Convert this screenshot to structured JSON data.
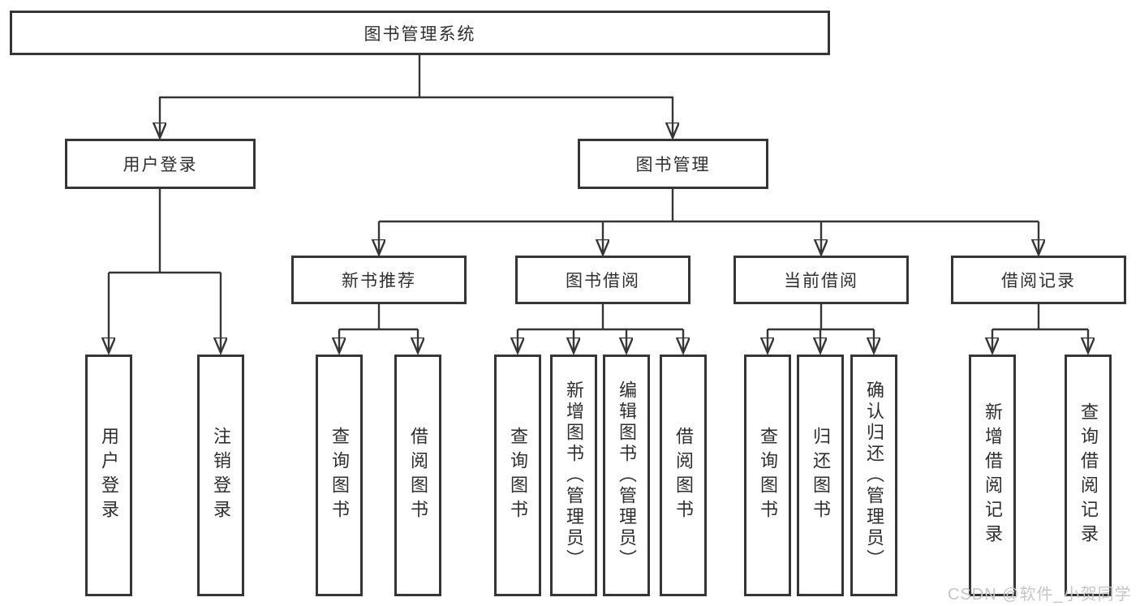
{
  "colors": {
    "background": "#ffffff",
    "line": "#363636",
    "text": "#2f2f2f",
    "watermark": "#c6c6c6"
  },
  "watermark": {
    "text": "CSDN @软件_小贺同学"
  },
  "tree": {
    "root": {
      "label": "图书管理系统"
    },
    "branches": [
      {
        "label": "用户登录",
        "children": [
          "用户登录",
          "注销登录"
        ]
      },
      {
        "label": "图书管理",
        "sections": [
          {
            "label": "新书推荐",
            "children": [
              "查询图书",
              "借阅图书"
            ]
          },
          {
            "label": "图书借阅",
            "children": [
              "查询图书",
              "新增图书（管理员）",
              "编辑图书（管理员）",
              "借阅图书"
            ]
          },
          {
            "label": "当前借阅",
            "children": [
              "查询图书",
              "归还图书",
              "确认归还（管理员）"
            ]
          },
          {
            "label": "借阅记录",
            "children": [
              "新增借阅记录",
              "查询借阅记录"
            ]
          }
        ]
      }
    ]
  }
}
